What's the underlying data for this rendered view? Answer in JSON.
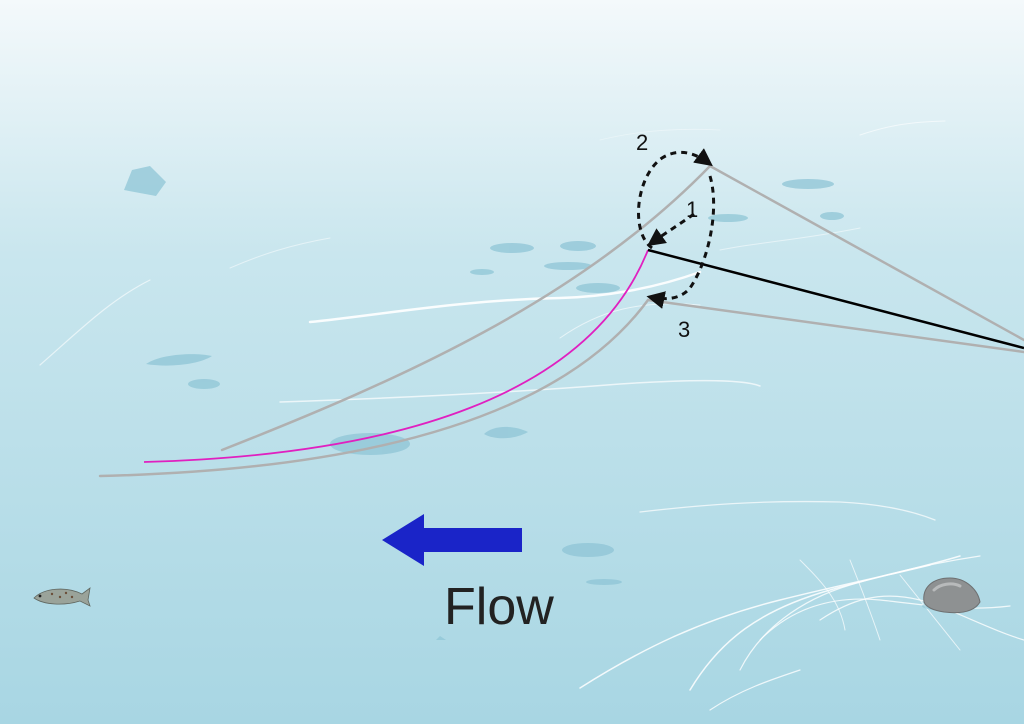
{
  "labels": {
    "step_1": "1",
    "step_2": "2",
    "step_3": "3",
    "flow": "Flow"
  },
  "colors": {
    "water_top": "#f4f9fb",
    "water_mid": "#c9e6ee",
    "water_bottom": "#a8d6e3",
    "line_positions": "#b0b0b0",
    "current_line": "#e020c0",
    "rod_line": "#000000",
    "move_arrows": "#111111",
    "flow_arrow": "#1a24c8",
    "shadows": "#8fc5d6",
    "rock": "#8e9192"
  },
  "icons": {
    "flow_direction": "left-arrow-icon",
    "fish": "fish-icon",
    "rock": "rock-icon"
  }
}
